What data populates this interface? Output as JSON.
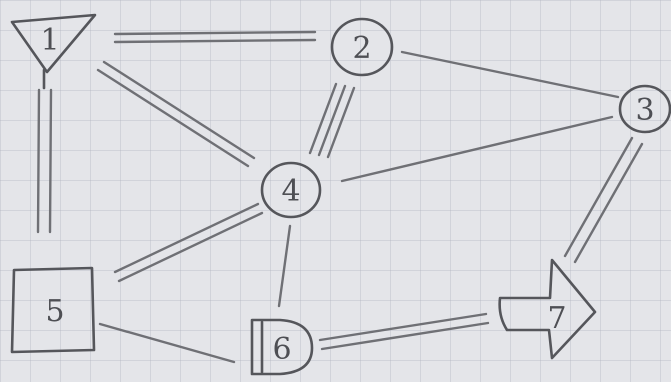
{
  "nodes": [
    {
      "id": "1",
      "label": "1",
      "shape": "triangle"
    },
    {
      "id": "2",
      "label": "2",
      "shape": "circle"
    },
    {
      "id": "3",
      "label": "3",
      "shape": "circle"
    },
    {
      "id": "4",
      "label": "4",
      "shape": "circle"
    },
    {
      "id": "5",
      "label": "5",
      "shape": "square"
    },
    {
      "id": "6",
      "label": "6",
      "shape": "rounded-rect"
    },
    {
      "id": "7",
      "label": "7",
      "shape": "arrow"
    }
  ],
  "edges": [
    {
      "from": "1",
      "to": "2",
      "style": "double"
    },
    {
      "from": "1",
      "to": "5",
      "style": "double"
    },
    {
      "from": "1",
      "to": "4",
      "style": "double"
    },
    {
      "from": "2",
      "to": "4",
      "style": "triple"
    },
    {
      "from": "2",
      "to": "3",
      "style": "single"
    },
    {
      "from": "4",
      "to": "3",
      "style": "single"
    },
    {
      "from": "3",
      "to": "7",
      "style": "double"
    },
    {
      "from": "4",
      "to": "5",
      "style": "double"
    },
    {
      "from": "4",
      "to": "6",
      "style": "single"
    },
    {
      "from": "5",
      "to": "6",
      "style": "single"
    },
    {
      "from": "6",
      "to": "7",
      "style": "double"
    }
  ],
  "colors": {
    "ink": "#55565b",
    "paper": "#e4e5e9",
    "grid": "#b9bcc7"
  }
}
